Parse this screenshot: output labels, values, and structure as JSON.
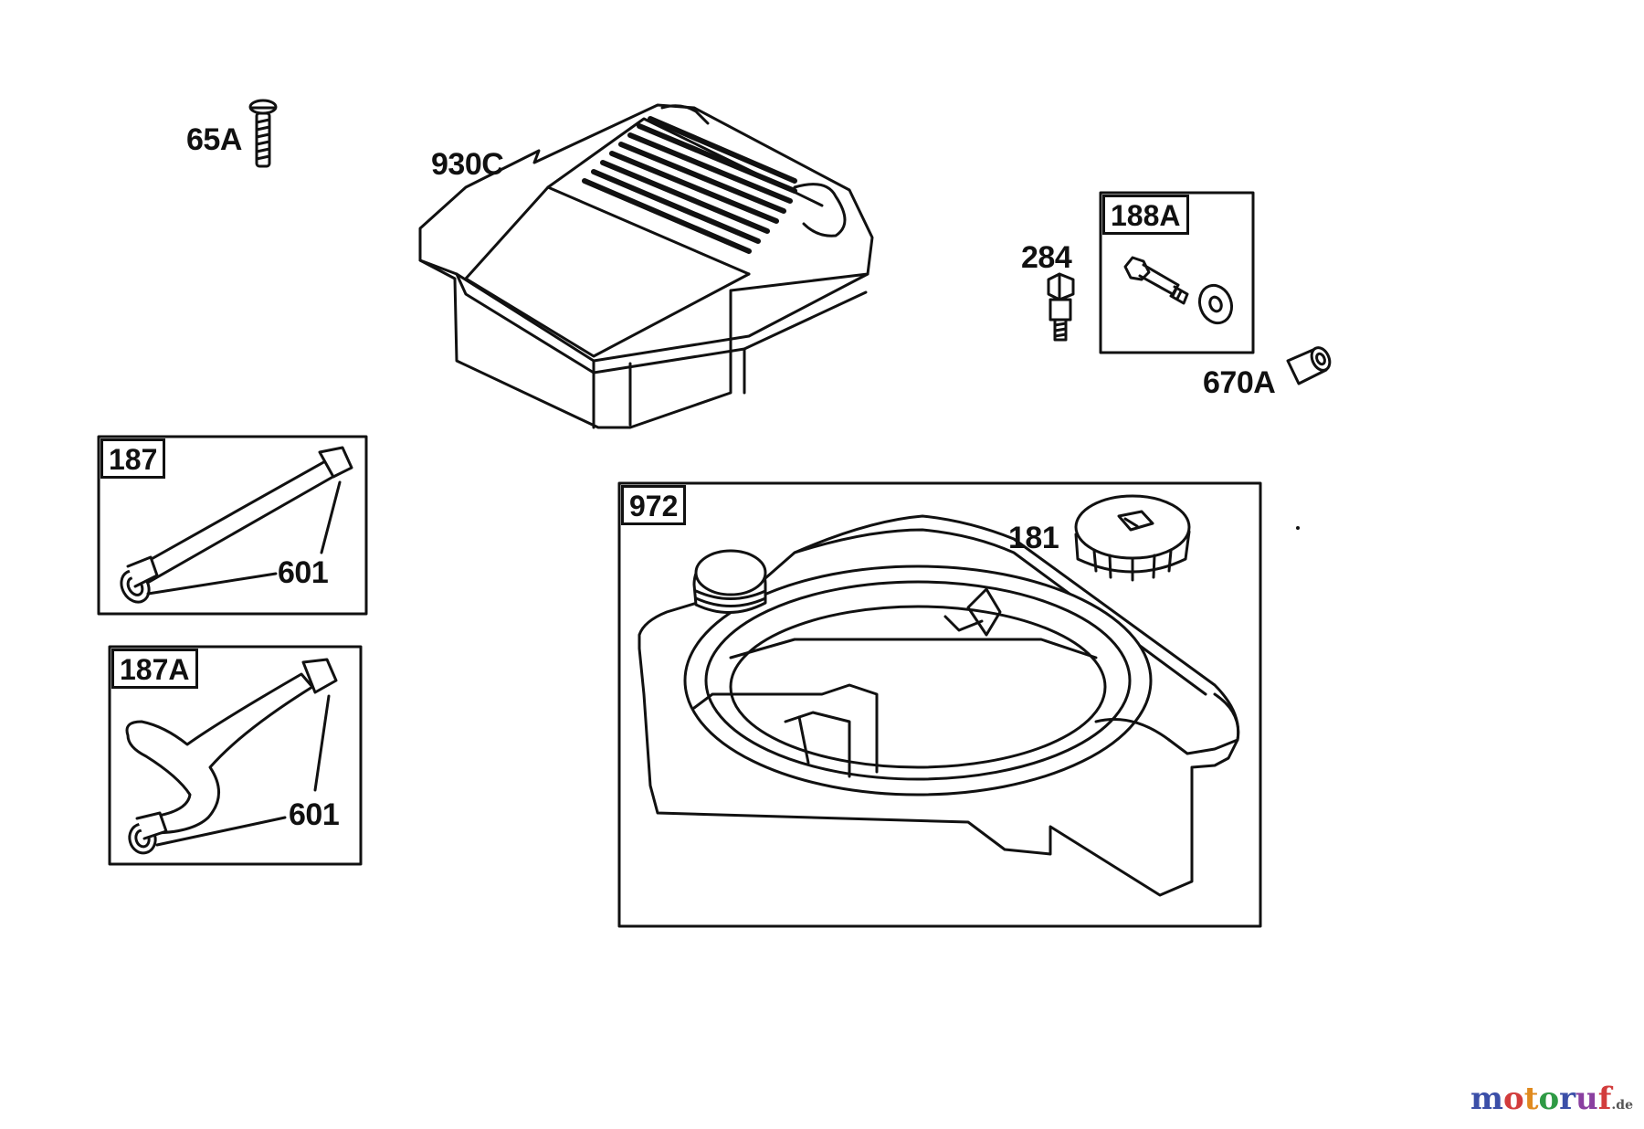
{
  "diagram": {
    "labels": {
      "screw": "65A",
      "blower_housing": "930C",
      "fitting": "284",
      "elbow_kit": "188A",
      "spacer": "670A",
      "fuel_line_kit": "187",
      "fuel_line_kit_alt": "187A",
      "clamp_1": "601",
      "clamp_2": "601",
      "fuel_tank": "972",
      "fuel_cap": "181"
    }
  },
  "watermark": {
    "name": "motoruf",
    "suffix": ".de",
    "colors": {
      "m": "#3b4fa8",
      "o1": "#d23c3c",
      "t": "#e08a1e",
      "o2": "#2e9a44",
      "r": "#3b4fa8",
      "u": "#8a3fa0",
      "f": "#d23c3c"
    }
  }
}
